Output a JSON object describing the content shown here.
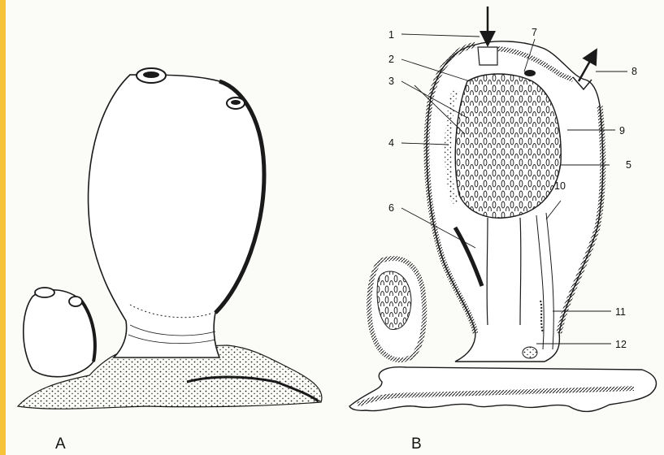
{
  "panels": [
    {
      "label": "A"
    },
    {
      "label": "B"
    }
  ],
  "callouts": [
    {
      "num": "1"
    },
    {
      "num": "2"
    },
    {
      "num": "3"
    },
    {
      "num": "4"
    },
    {
      "num": "5"
    },
    {
      "num": "6"
    },
    {
      "num": "7"
    },
    {
      "num": "8"
    },
    {
      "num": "9"
    },
    {
      "num": "10"
    },
    {
      "num": "11"
    },
    {
      "num": "12"
    }
  ],
  "arrows": [
    {
      "name": "inflow-arrow",
      "color": "#222222"
    },
    {
      "name": "outflow-arrow",
      "color": "#222222"
    }
  ],
  "colors": {
    "ink": "#1a1a1a",
    "paper": "#fbfbf8",
    "accent_bar": "#f6c23a"
  }
}
